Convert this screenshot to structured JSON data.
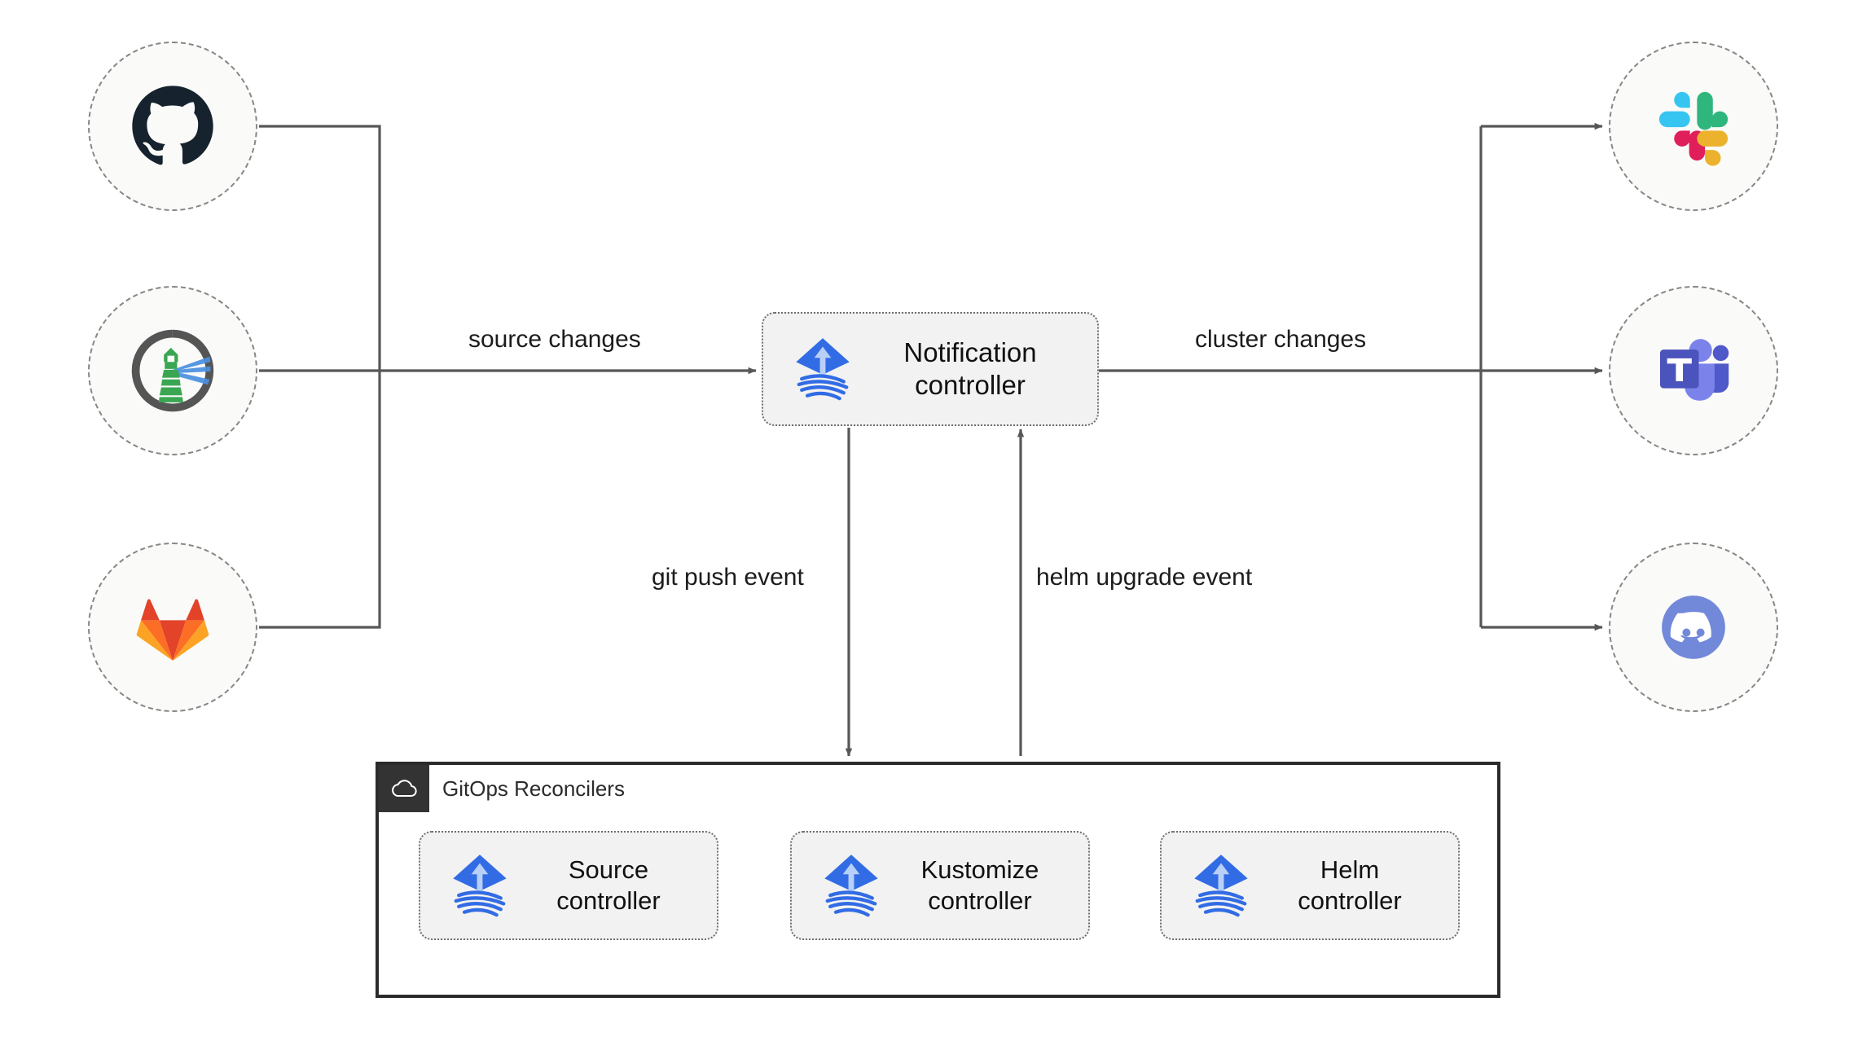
{
  "diagram": {
    "title": "Flux Notification Controller architecture",
    "sources": [
      {
        "id": "github",
        "name": "GitHub",
        "icon": "github-icon"
      },
      {
        "id": "flux",
        "name": "Flux",
        "icon": "flux-lighthouse-icon"
      },
      {
        "id": "gitlab",
        "name": "GitLab",
        "icon": "gitlab-icon"
      }
    ],
    "destinations": [
      {
        "id": "slack",
        "name": "Slack",
        "icon": "slack-icon"
      },
      {
        "id": "teams",
        "name": "Microsoft Teams",
        "icon": "microsoft-teams-icon"
      },
      {
        "id": "discord",
        "name": "Discord",
        "icon": "discord-icon"
      }
    ],
    "notification": {
      "label": "Notification\ncontroller",
      "icon": "flux-logo-icon"
    },
    "group": {
      "title": "GitOps Reconcilers",
      "icon": "cloud-icon",
      "controllers": [
        {
          "id": "source",
          "label": "Source\ncontroller",
          "icon": "flux-logo-icon"
        },
        {
          "id": "kustomize",
          "label": "Kustomize\ncontroller",
          "icon": "flux-logo-icon"
        },
        {
          "id": "helm",
          "label": "Helm\ncontroller",
          "icon": "flux-logo-icon"
        }
      ]
    },
    "edges": {
      "source_changes": "source changes",
      "cluster_changes": "cluster changes",
      "git_push_event": "git push event",
      "helm_upgrade_event": "helm upgrade event"
    },
    "colors": {
      "connector": "#575757",
      "node_border": "#878787",
      "node_fill": "#fafaf8",
      "box_fill": "#f2f2f2",
      "box_border": "#6e6e6e",
      "group_border": "#2b2b2b",
      "group_tab": "#333333",
      "flux_blue": "#326ce5",
      "github_dark": "#16232e",
      "gitlab_orange": "#e24329",
      "slack_cyan": "#36c5f0",
      "teams_purple": "#5059c9",
      "discord_blurple": "#7289da"
    }
  }
}
